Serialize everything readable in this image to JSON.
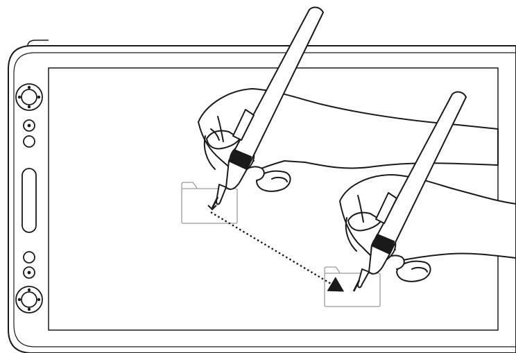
{
  "illustration": {
    "subject": "pen-display-tablet-drag-gesture",
    "colors": {
      "line": "#1a1a1a",
      "fill": "#ffffff",
      "folder": "#9a9a9a",
      "hand_shade": "#f4f4f4"
    },
    "elements": {
      "tablet": "pen-display-tablet",
      "side_controls": [
        "dial-ring",
        "express-key",
        "express-key",
        "touch-strip",
        "express-key",
        "express-key",
        "dial-ring"
      ],
      "start_folder": "folder-icon",
      "end_folder": "folder-icon",
      "drag_path": "dotted-arrow",
      "hands": [
        "hand-holding-stylus",
        "hand-holding-stylus"
      ]
    }
  }
}
